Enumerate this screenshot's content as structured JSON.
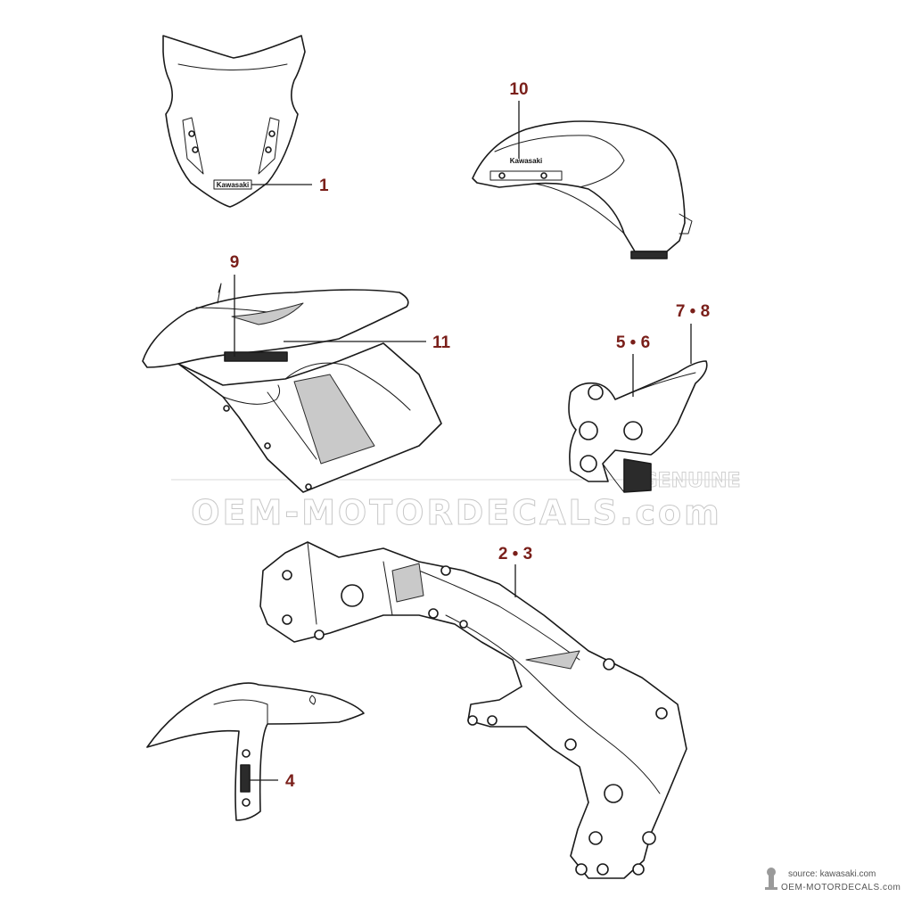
{
  "callouts": {
    "c1": "1",
    "c10": "10",
    "c9": "9",
    "c11": "11",
    "c56": "5 • 6",
    "c78": "7 • 8",
    "c23": "2 • 3",
    "c4": "4"
  },
  "decals": {
    "windscreen_logo": "Kawasaki",
    "tank_logo": "Kawasaki"
  },
  "watermark": {
    "main": "OEM-MOTORDECALS.com",
    "badge": "GENUINE"
  },
  "footer": {
    "source": "source: kawasaki.com",
    "site": "OEM-MOTORDECALS.com"
  },
  "colors": {
    "callout_label": "#7a1f1a",
    "line_art": "#1a1a1a",
    "watermark": "#c8c8c8"
  }
}
